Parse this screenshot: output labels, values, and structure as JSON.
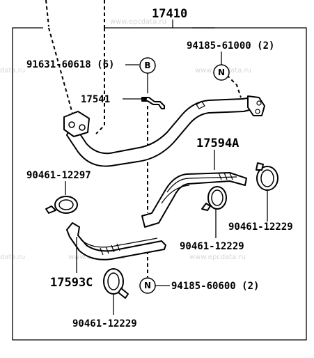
{
  "labels": {
    "assembly": "17410",
    "bolt": "91631-60618 (6)",
    "nut_top": "94185-61000 (2)",
    "stud": "17541",
    "pipe_a": "17594A",
    "clamp_left": "90461-12297",
    "clamp_right": "90461-12229",
    "clamp_mid": "90461-12229",
    "pipe_c": "17593C",
    "nut_bottom": "94185-60600 (2)",
    "clamp_bottom": "90461-12229"
  },
  "markers": {
    "b": "B",
    "n_top": "N",
    "n_bottom": "N"
  },
  "watermarks": {
    "w1": "www.epcdata.ru",
    "w2": "www.epcdata.ru",
    "w3": "www.epcdata.ru",
    "w4": "www.epcdata.ru",
    "w5": "data.ru",
    "w6": "data.ru"
  }
}
